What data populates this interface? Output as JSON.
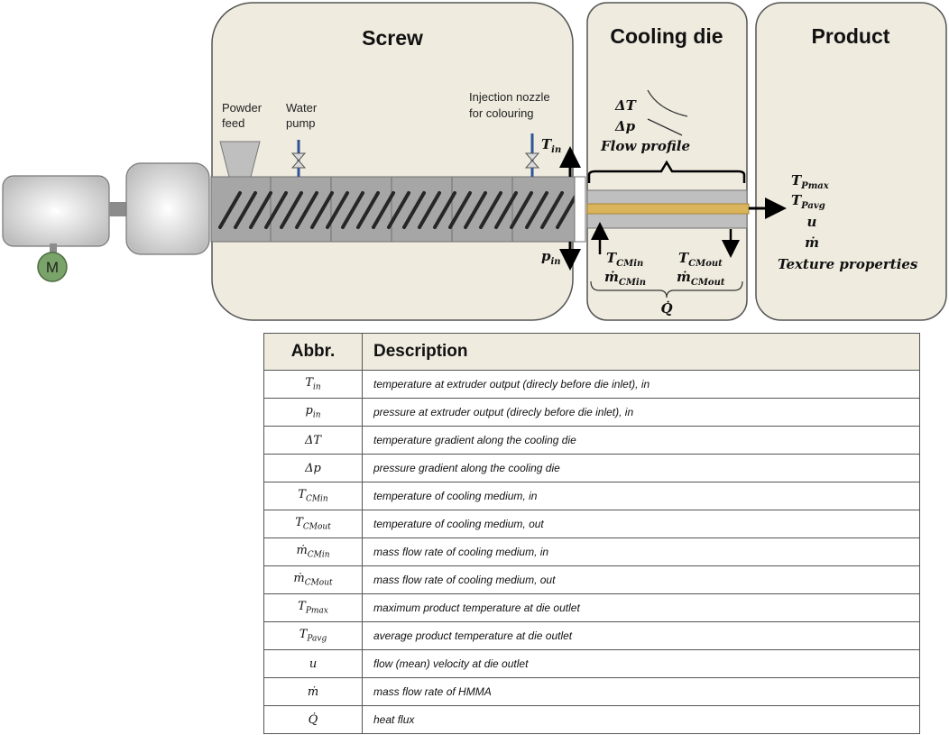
{
  "sections": {
    "screw": "Screw",
    "cooling_die": "Cooling die",
    "product": "Product"
  },
  "motor_label": "M",
  "labels": {
    "powder_feed": [
      "Powder",
      "feed"
    ],
    "water_pump": [
      "Water",
      "pump"
    ],
    "injection_nozzle": [
      "Injection nozzle",
      "for colouring"
    ]
  },
  "annotations": {
    "t_in": {
      "main": "T",
      "sub": "in"
    },
    "p_in": {
      "main": "p",
      "sub": "in"
    },
    "delta_t": "ΔT",
    "delta_p": "Δp",
    "flow_profile": "Flow profile",
    "t_cm_in": {
      "main": "T",
      "sub": "CMin"
    },
    "m_cm_in": {
      "main": "ṁ",
      "sub": "CMin"
    },
    "t_cm_out": {
      "main": "T",
      "sub": "CMout"
    },
    "m_cm_out": {
      "main": "ṁ",
      "sub": "CMout"
    },
    "q_dot": "Q̇",
    "t_pmax": {
      "main": "T",
      "sub": "Pmax"
    },
    "t_pavg": {
      "main": "T",
      "sub": "Pavg"
    },
    "u": "u",
    "m_dot": "ṁ",
    "texture_properties": "Texture properties"
  },
  "table": {
    "headers": [
      "Abbr.",
      "Description"
    ],
    "rows": [
      {
        "sym": "T",
        "sub": "in",
        "desc": "temperature at extruder output (direcly before die inlet), in"
      },
      {
        "sym": "p",
        "sub": "in",
        "desc": "pressure at extruder output (direcly before die inlet), in"
      },
      {
        "sym": "ΔT",
        "sub": "",
        "desc": "temperature gradient along the cooling die"
      },
      {
        "sym": "Δp",
        "sub": "",
        "desc": "pressure gradient along the cooling die"
      },
      {
        "sym": "T",
        "sub": "CMin",
        "desc": "temperature of cooling medium, in"
      },
      {
        "sym": "T",
        "sub": "CMout",
        "desc": "temperature of cooling medium, out"
      },
      {
        "sym": "ṁ",
        "sub": "CMin",
        "desc": "mass flow rate of cooling medium, in"
      },
      {
        "sym": "ṁ",
        "sub": "CMout",
        "desc": "mass flow rate of cooling medium, out"
      },
      {
        "sym": "T",
        "sub": "Pmax",
        "desc": "maximum product temperature at die outlet"
      },
      {
        "sym": "T",
        "sub": "Pavg",
        "desc": "average product temperature at die outlet"
      },
      {
        "sym": "u",
        "sub": "",
        "desc": "flow (mean) velocity at die outlet"
      },
      {
        "sym": "ṁ",
        "sub": "",
        "desc": "mass flow rate of HMMA"
      },
      {
        "sym": "Q̇",
        "sub": "",
        "desc": "heat flux"
      }
    ]
  },
  "colors": {
    "panel_fill": "#efebdf",
    "panel_stroke": "#555555",
    "barrel_fill": "#a6a6a6",
    "die_strip": "#d9b45a",
    "pump_line": "#2f5597",
    "motor_circle": "#7aa36a"
  }
}
